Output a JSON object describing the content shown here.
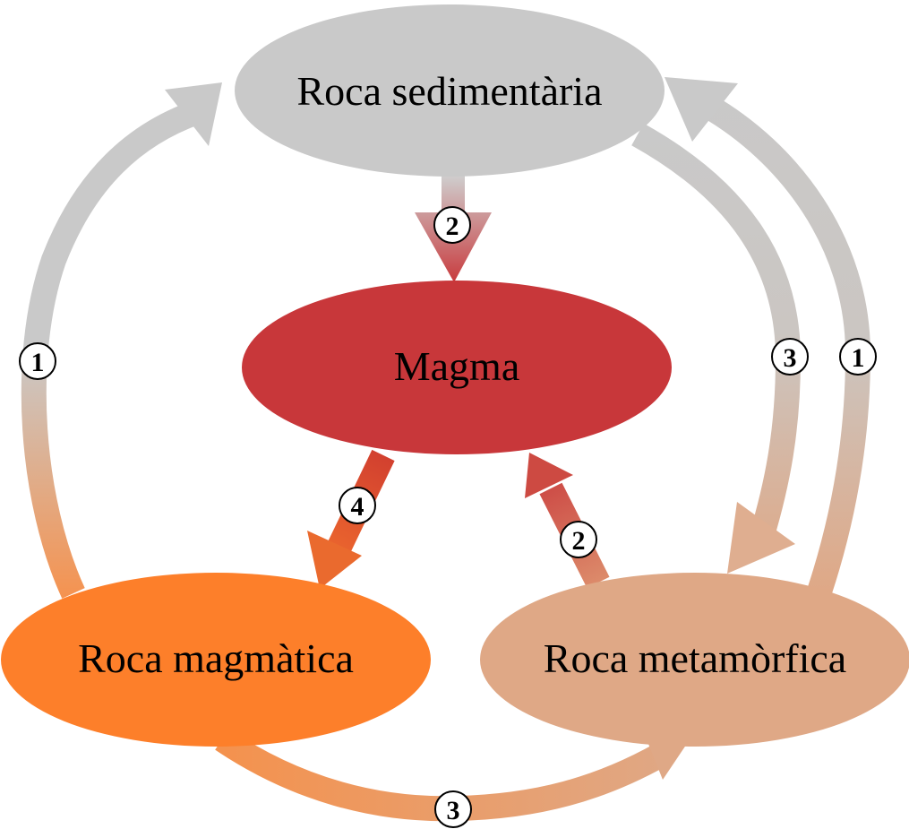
{
  "nodes": {
    "sedimentary": {
      "label": "Roca sedimentària",
      "color": "#c9c9c9"
    },
    "magma": {
      "label": "Magma",
      "color": "#c8373a"
    },
    "igneous": {
      "label": "Roca magmàtica",
      "color": "#fd7f2a"
    },
    "metamorphic": {
      "label": "Roca metamòrfica",
      "color": "#dfa886"
    }
  },
  "processes": {
    "igneous_to_sedimentary": "1",
    "sedimentary_to_magma": "2",
    "sedimentary_to_metamorphic": "3",
    "metamorphic_to_sedimentary": "1",
    "magma_to_igneous": "4",
    "metamorphic_to_magma": "2",
    "igneous_to_metamorphic": "3"
  }
}
